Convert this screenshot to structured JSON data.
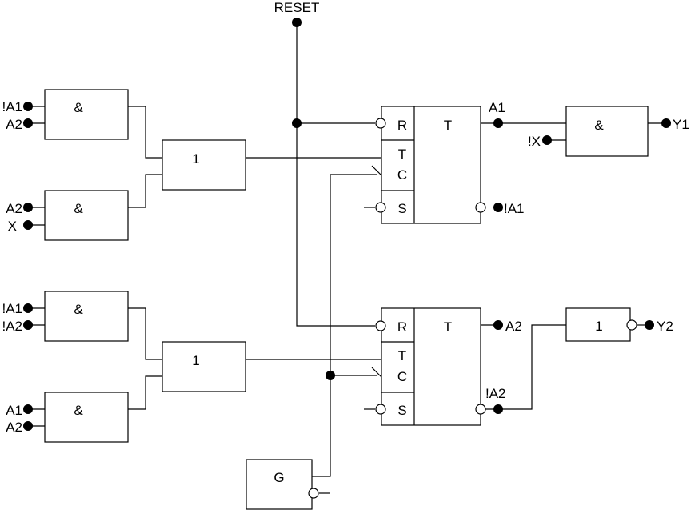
{
  "signals": {
    "reset": "RESET",
    "not_a1_in1": "!A1",
    "a2_in1": "A2",
    "a2_in2": "A2",
    "x_in2": "X",
    "not_a1_in3": "!A1",
    "not_a2_in3": "!A2",
    "a1_in4": "A1",
    "a2_in4": "A2",
    "ff1_q": "A1",
    "ff1_nq": "!A1",
    "ff2_q": "A2",
    "ff2_nq": "!A2",
    "not_x_out": "!X",
    "y1": "Y1",
    "y2": "Y2"
  },
  "gates": {
    "and1": "&",
    "and2": "&",
    "and3": "&",
    "and4": "&",
    "or1": "1",
    "or2": "1",
    "and_out": "&",
    "inv_out": "1",
    "generator": "G"
  },
  "flipflops": {
    "ff1": {
      "r": "R",
      "type": "T",
      "t": "T",
      "c": "C",
      "s": "S"
    },
    "ff2": {
      "r": "R",
      "type": "T",
      "t": "T",
      "c": "C",
      "s": "S"
    }
  },
  "colors": {
    "ink": "#000000",
    "paper": "#ffffff"
  }
}
